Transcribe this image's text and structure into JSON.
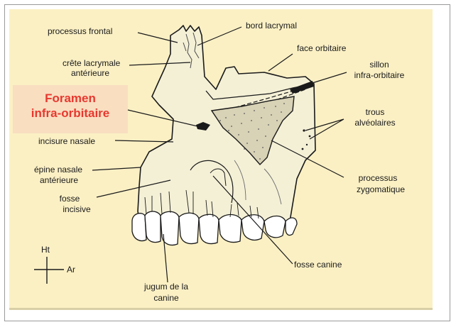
{
  "colors": {
    "panel_bg": "#fbf0c4",
    "bone_fill": "#f4f0d6",
    "ink": "#1a1a1a",
    "highlight_text": "#e8382f",
    "highlight_bg": "#f8dcc0"
  },
  "highlight": {
    "line1": "Foramen",
    "line2": "infra-orbitaire"
  },
  "labels": {
    "processus_frontal": "processus frontal",
    "bord_lacrymal": "bord lacrymal",
    "face_orbitaire": "face orbitaire",
    "crete_1": "crête lacrymale",
    "crete_2": "antérieure",
    "sillon_1": "sillon",
    "sillon_2": "infra-orbitaire",
    "trous_1": "trous",
    "trous_2": "alvéolaires",
    "incisure_nasale": "incisure nasale",
    "epine_1": "épine nasale",
    "epine_2": "antérieure",
    "fosse_inc_1": "fosse",
    "fosse_inc_2": "incisive",
    "processus_1": "processus",
    "processus_2": "zygomatique",
    "fosse_canine": "fosse canine",
    "jugum_1": "jugum de la",
    "jugum_2": "canine"
  },
  "orientation": {
    "up": "Ht",
    "back": "Ar"
  }
}
